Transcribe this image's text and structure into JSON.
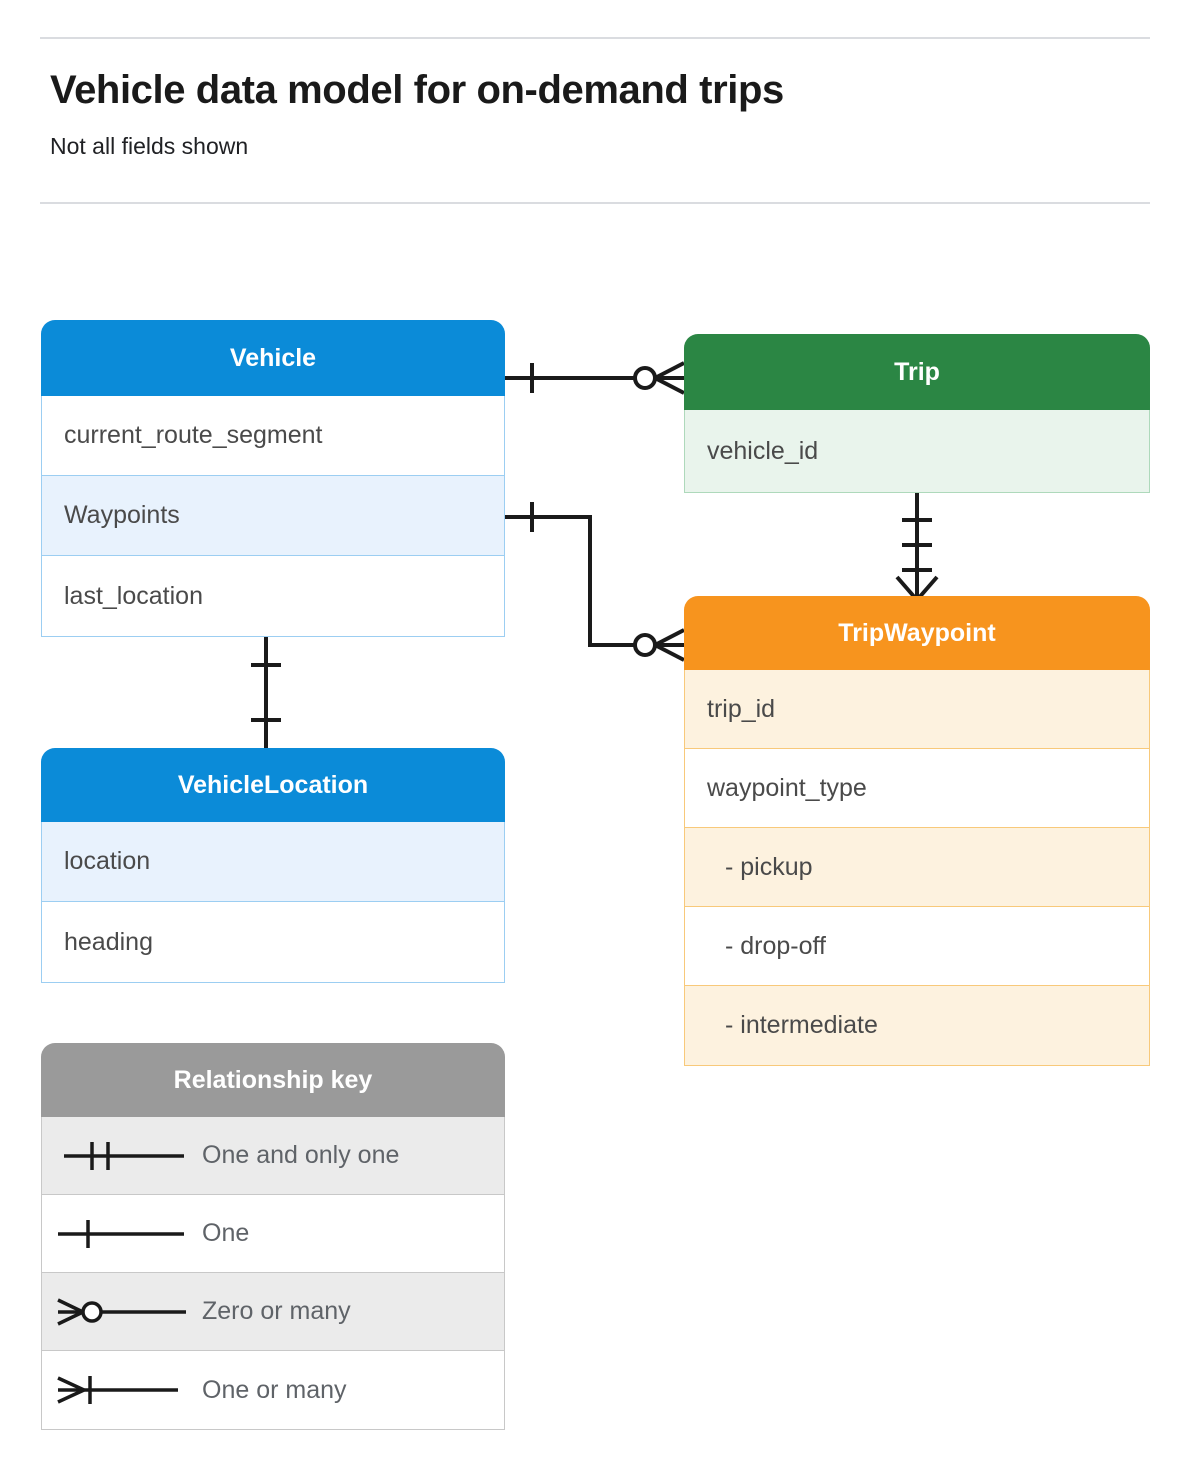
{
  "header": {
    "title": "Vehicle data model for on-demand trips",
    "subtitle": "Not all fields shown"
  },
  "colors": {
    "vehicle": "#0b8bd8",
    "trip": "#2b8644",
    "trip_waypoint": "#f7941e",
    "legend": "#9a9a9a",
    "connector": "#1a1a1a",
    "rule": "#dadce0"
  },
  "entities": [
    {
      "id": "vehicle",
      "name": "Vehicle",
      "theme": "blue",
      "fields": [
        {
          "label": "current_route_segment",
          "alt": false
        },
        {
          "label": "Waypoints",
          "alt": true
        },
        {
          "label": "last_location",
          "alt": false
        }
      ]
    },
    {
      "id": "trip",
      "name": "Trip",
      "theme": "green",
      "fields": [
        {
          "label": "vehicle_id",
          "alt": true
        }
      ]
    },
    {
      "id": "trip-waypoint",
      "name": "TripWaypoint",
      "theme": "orange",
      "fields": [
        {
          "label": "trip_id",
          "alt": true
        },
        {
          "label": "waypoint_type",
          "alt": false
        },
        {
          "label": "- pickup",
          "alt": true
        },
        {
          "label": "- drop-off",
          "alt": false
        },
        {
          "label": "- intermediate",
          "alt": true
        }
      ]
    },
    {
      "id": "vehicle-location",
      "name": "VehicleLocation",
      "theme": "blue",
      "fields": [
        {
          "label": "location",
          "alt": true
        },
        {
          "label": "heading",
          "alt": false
        }
      ]
    }
  ],
  "legend": {
    "title": "Relationship key",
    "rows": [
      {
        "symbol": "one-and-only-one-icon",
        "label": "One and only one",
        "alt": true
      },
      {
        "symbol": "one-icon",
        "label": "One",
        "alt": false
      },
      {
        "symbol": "zero-or-many-icon",
        "label": "Zero or many",
        "alt": true
      },
      {
        "symbol": "one-or-many-icon",
        "label": "One or many",
        "alt": false
      }
    ]
  },
  "relationships": [
    {
      "from": "Vehicle",
      "to": "Trip",
      "from_cardinality": "One",
      "to_cardinality": "Zero or many"
    },
    {
      "from": "Vehicle.Waypoints",
      "to": "TripWaypoint",
      "from_cardinality": "One",
      "to_cardinality": "Zero or many"
    },
    {
      "from": "Trip",
      "to": "TripWaypoint",
      "from_cardinality": "One and only one",
      "to_cardinality": "One or many"
    },
    {
      "from": "Vehicle",
      "to": "VehicleLocation",
      "from_cardinality": "One",
      "to_cardinality": "One"
    }
  ]
}
